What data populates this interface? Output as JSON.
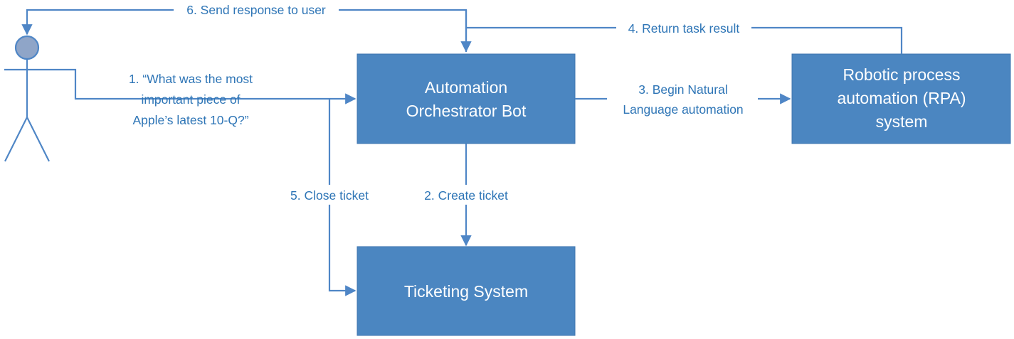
{
  "nodes": {
    "orchestrator": {
      "lines": [
        "Automation",
        "Orchestrator Bot"
      ]
    },
    "rpa": {
      "lines": [
        "Robotic process",
        "automation (RPA)",
        "system"
      ]
    },
    "ticketing": {
      "lines": [
        "Ticketing System"
      ]
    }
  },
  "edges": {
    "user_query": {
      "lines": [
        "1. “What was the most",
        "important piece of",
        "Apple’s latest 10-Q?”"
      ]
    },
    "create_ticket": {
      "label": "2. Create ticket"
    },
    "begin_automation": {
      "lines": [
        "3. Begin Natural",
        "Language automation"
      ]
    },
    "return_result": {
      "label": "4. Return task result"
    },
    "close_ticket": {
      "label": "5. Close ticket"
    },
    "send_response": {
      "label": "6. Send response to user"
    }
  },
  "colors": {
    "box_fill": "#4b86c1",
    "connector": "#4f86c6",
    "label_text": "#2e75b6",
    "box_text": "#ffffff"
  }
}
